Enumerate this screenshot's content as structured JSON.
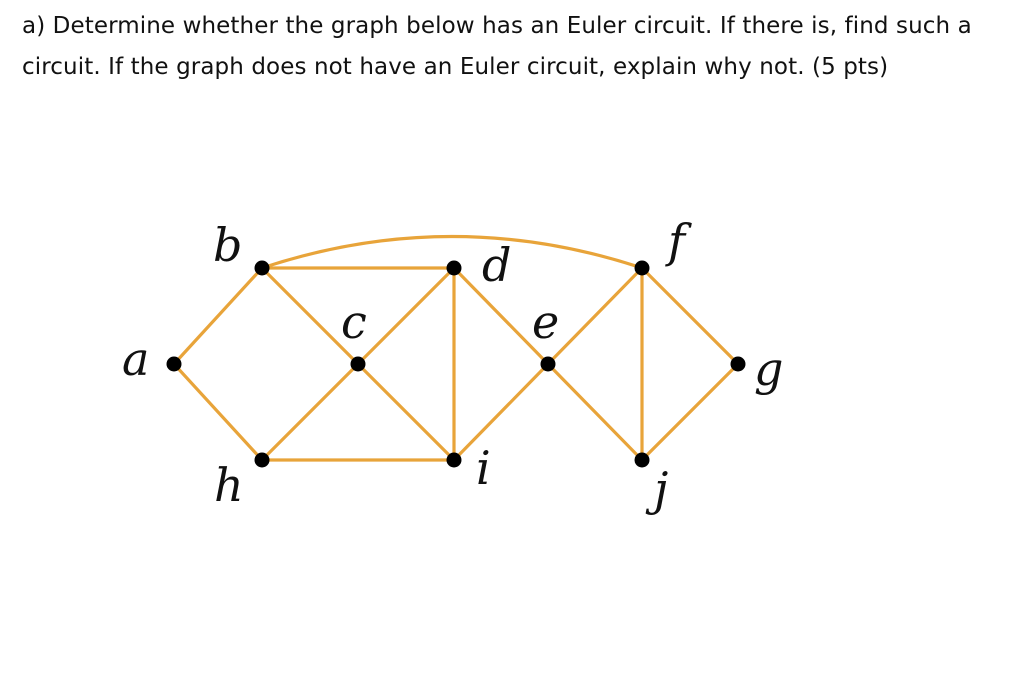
{
  "question": {
    "text": "a) Determine whether the graph below has an Euler circuit. If there is, find such a circuit. If the graph does not have an Euler circuit, explain why not. (5 pts)"
  },
  "graph": {
    "edge_color": "#E8A43A",
    "vertex_color": "#000000",
    "vertices": [
      {
        "id": "a",
        "label": "a"
      },
      {
        "id": "b",
        "label": "b"
      },
      {
        "id": "c",
        "label": "c"
      },
      {
        "id": "d",
        "label": "d"
      },
      {
        "id": "e",
        "label": "e"
      },
      {
        "id": "f",
        "label": "f"
      },
      {
        "id": "g",
        "label": "g"
      },
      {
        "id": "h",
        "label": "h"
      },
      {
        "id": "i",
        "label": "i"
      },
      {
        "id": "j",
        "label": "j"
      }
    ],
    "edges": [
      {
        "from": "a",
        "to": "b"
      },
      {
        "from": "a",
        "to": "h"
      },
      {
        "from": "b",
        "to": "d"
      },
      {
        "from": "b",
        "to": "f"
      },
      {
        "from": "b",
        "to": "c"
      },
      {
        "from": "c",
        "to": "d"
      },
      {
        "from": "c",
        "to": "h"
      },
      {
        "from": "c",
        "to": "i"
      },
      {
        "from": "h",
        "to": "i"
      },
      {
        "from": "d",
        "to": "i"
      },
      {
        "from": "d",
        "to": "e"
      },
      {
        "from": "e",
        "to": "i"
      },
      {
        "from": "e",
        "to": "f"
      },
      {
        "from": "e",
        "to": "j"
      },
      {
        "from": "f",
        "to": "j"
      },
      {
        "from": "f",
        "to": "g"
      },
      {
        "from": "g",
        "to": "j"
      }
    ]
  }
}
